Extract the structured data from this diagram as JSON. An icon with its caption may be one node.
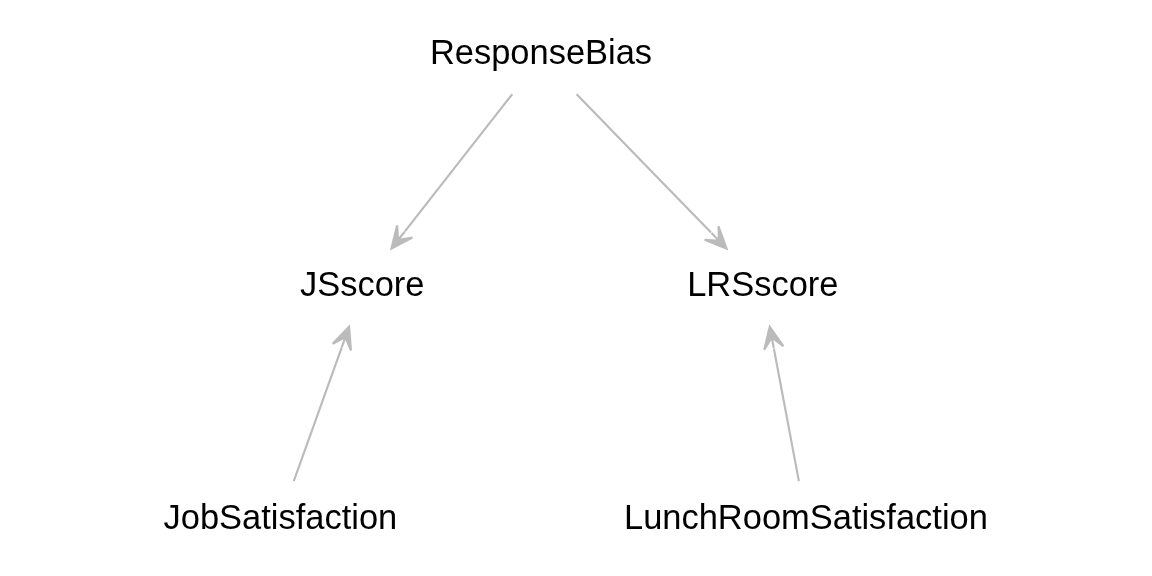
{
  "diagram": {
    "nodes": [
      {
        "text": [
          "ResponseBias"
        ]
      },
      {
        "text": [
          "JSscore"
        ]
      },
      {
        "text": [
          "LRSscore"
        ]
      },
      {
        "text": [
          "JobSatisfaction"
        ]
      },
      {
        "text": [
          "LunchRoomSatisfaction"
        ]
      }
    ],
    "edges": [
      {
        "from": 0,
        "to": 1,
        "arrow": "to"
      },
      {
        "from": 0,
        "to": 2,
        "arrow": "to"
      },
      {
        "from": 3,
        "to": 1,
        "arrow": "to"
      },
      {
        "from": 4,
        "to": 2,
        "arrow": "to"
      }
    ]
  }
}
